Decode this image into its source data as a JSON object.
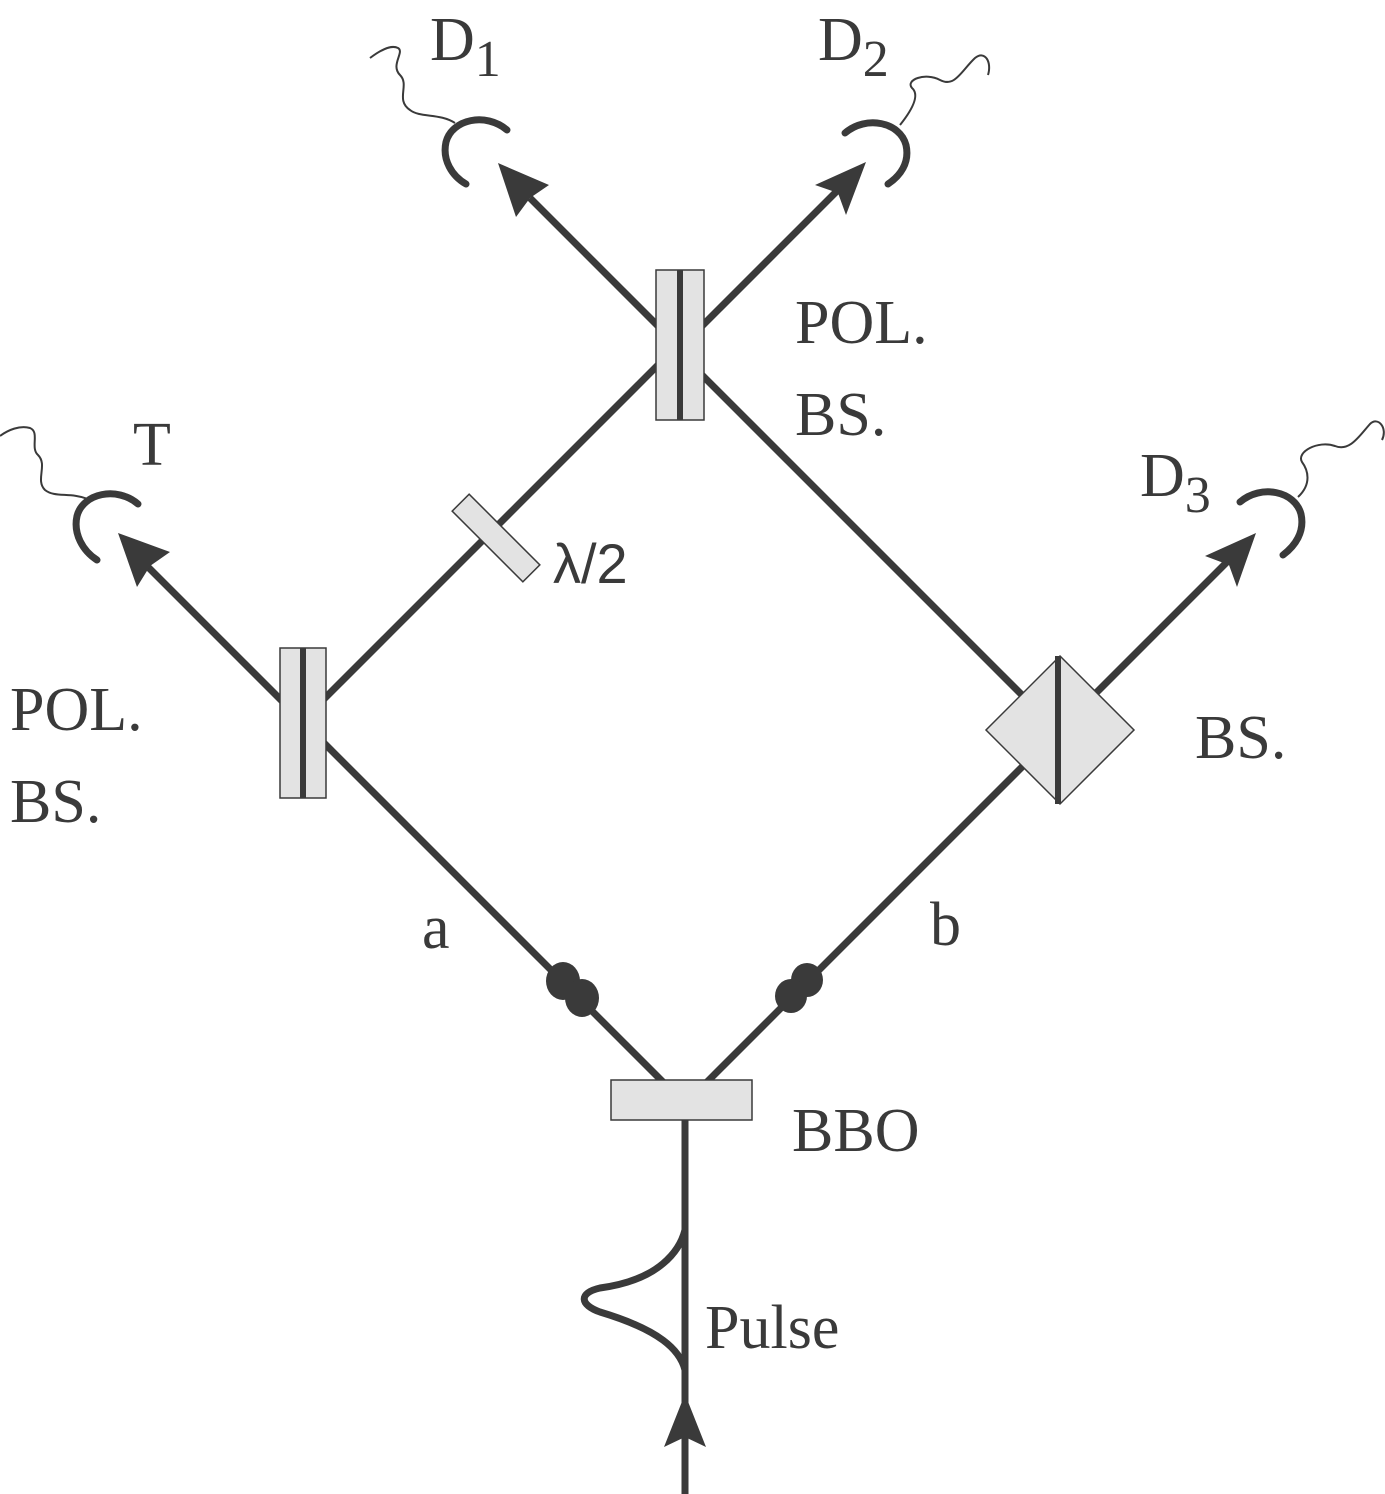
{
  "labels": {
    "detector_1": {
      "base": "D",
      "sub": "1"
    },
    "detector_2": {
      "base": "D",
      "sub": "2"
    },
    "detector_3": {
      "base": "D",
      "sub": "3"
    },
    "trigger_detector": "T",
    "top_splitter": [
      "POL.",
      "BS."
    ],
    "left_splitter": [
      "POL.",
      "BS."
    ],
    "right_splitter": "BS.",
    "waveplate": "λ/2",
    "arm_a": "a",
    "arm_b": "b",
    "crystal": "BBO",
    "pulse": "Pulse"
  },
  "colors": {
    "line": "#3a3a3a",
    "optic_fill": "#e3e3e3",
    "background": "#ffffff"
  }
}
